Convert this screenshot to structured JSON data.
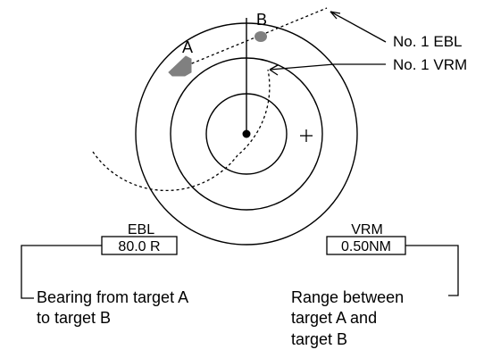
{
  "targets": {
    "a_label": "A",
    "b_label": "B"
  },
  "callouts": {
    "ebl_label": "No. 1 EBL",
    "vrm_label": "No. 1 VRM"
  },
  "readouts": {
    "ebl_title": "EBL",
    "ebl_value": "80.0 R",
    "vrm_title": "VRM",
    "vrm_value": "0.50NM"
  },
  "descriptions": {
    "bearing_line1": "Bearing from target A",
    "bearing_line2": "to target B",
    "range_line1": "Range between",
    "range_line2": "target A and",
    "range_line3": "target B"
  },
  "colors": {
    "stroke": "#000000",
    "target_fill": "#808080"
  }
}
